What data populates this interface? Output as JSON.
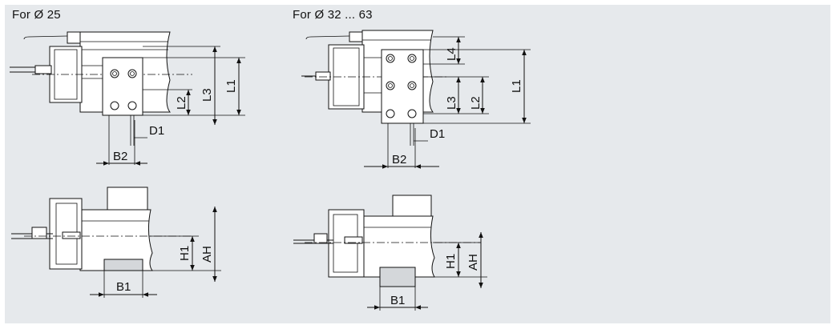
{
  "captions": {
    "left": "For Ø 25",
    "right": "For Ø 32 ... 63"
  },
  "labels": {
    "L1": "L1",
    "L2": "L2",
    "L3": "L3",
    "L4": "L4",
    "D1": "D1",
    "B1": "B1",
    "B2": "B2",
    "H1": "H1",
    "AH": "AH"
  },
  "colors": {
    "background": "#e6e9ec",
    "line": "#111111",
    "plate": "#ffffff"
  }
}
